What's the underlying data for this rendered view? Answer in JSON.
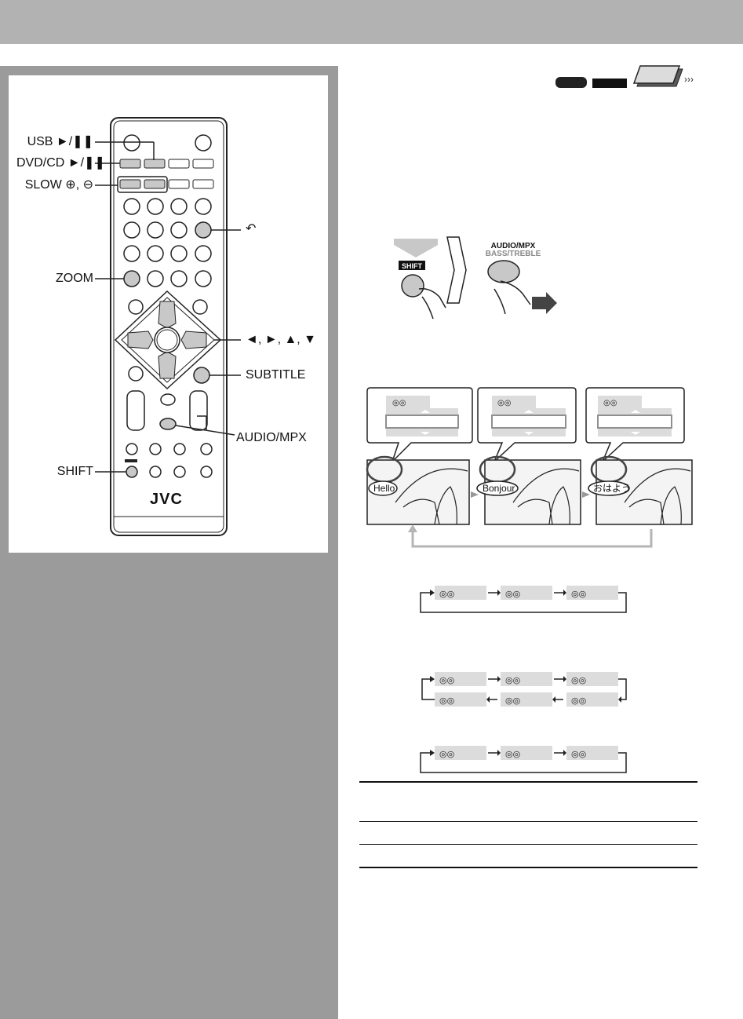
{
  "remote": {
    "brand": "JVC",
    "labels": {
      "usb": "USB ►/❚❚",
      "dvdcd": "DVD/CD ►/❚❚",
      "slow": "SLOW ⊕, ⊖",
      "zoom": "ZOOM",
      "shift": "SHIFT",
      "return_symbol": "↶",
      "cursor": "◄, ►, ▲, ▼",
      "subtitle": "SUBTITLE",
      "audio_mpx": "AUDIO/MPX"
    }
  },
  "operation": {
    "shift_key": "SHIFT",
    "audio_key_top": "AUDIO/MPX",
    "audio_key_bottom": "BASS/TREBLE"
  },
  "subtitle_examples": [
    "Hello",
    "Bonjour",
    "おはよう"
  ],
  "colors": {
    "top_bar": "#b2b2b2",
    "sidebar": "#9b9b9b",
    "button_highlight": "#c8c8c8",
    "screen_box": "#dcdcdc",
    "screen_bar": "#8f8f8f"
  }
}
